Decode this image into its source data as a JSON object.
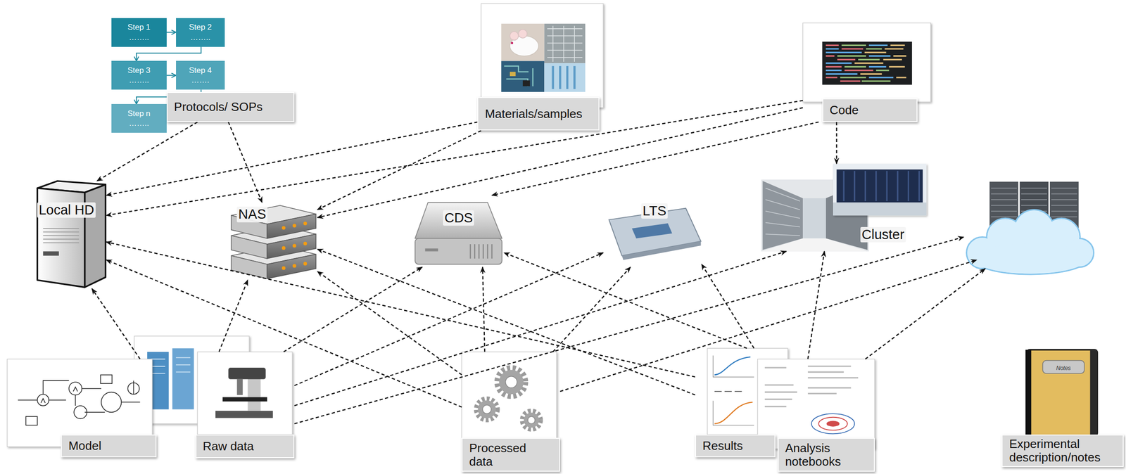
{
  "diagram": {
    "nodes": [
      {
        "text": [
          "Step 1",
          "…….."
        ]
      },
      {
        "text": [
          "Step 2",
          "…….."
        ]
      },
      {
        "text": [
          "Step 3",
          "…….."
        ]
      },
      {
        "text": [
          "Step 4",
          "……."
        ]
      },
      {
        "text": [
          "Step n",
          "…….."
        ]
      },
      {
        "text": [
          "Protocols/ SOPs"
        ]
      },
      {
        "text": [
          "Materials/samples"
        ]
      },
      {
        "text": [
          "Code"
        ]
      },
      {
        "text": [
          "Local HD"
        ]
      },
      {
        "text": [
          "NAS"
        ]
      },
      {
        "text": [
          "CDS"
        ]
      },
      {
        "text": [
          "LTS"
        ]
      },
      {
        "text": [
          "Cluster"
        ]
      },
      {
        "text": [
          "Model"
        ]
      },
      {
        "text": [
          "Raw data"
        ]
      },
      {
        "text": [
          "Processed data"
        ]
      },
      {
        "text": [
          "Results"
        ]
      },
      {
        "text": [
          "Analysis notebooks"
        ]
      },
      {
        "text": [
          "Experimental description/notes"
        ]
      }
    ],
    "edges": [
      {
        "from": 0,
        "to": 1,
        "arrow": "to"
      },
      {
        "from": 1,
        "to": 2,
        "arrow": "to"
      },
      {
        "from": 2,
        "to": 3,
        "arrow": "to"
      },
      {
        "from": 3,
        "to": 4,
        "arrow": "to"
      },
      {
        "from": 5,
        "to": 8,
        "arrow": "to"
      },
      {
        "from": 5,
        "to": 9,
        "arrow": "to"
      },
      {
        "from": 6,
        "to": 8,
        "arrow": "to"
      },
      {
        "from": 6,
        "to": 9,
        "arrow": "to"
      },
      {
        "from": 7,
        "to": 8,
        "arrow": "to"
      },
      {
        "from": 7,
        "to": 9,
        "arrow": "to"
      },
      {
        "from": 7,
        "to": 10,
        "arrow": "to"
      },
      {
        "from": 7,
        "to": 12,
        "arrow": "to"
      },
      {
        "from": 13,
        "to": 8,
        "arrow": "to"
      },
      {
        "from": 14,
        "to": 9,
        "arrow": "to"
      },
      {
        "from": 14,
        "to": 10,
        "arrow": "to"
      },
      {
        "from": 14,
        "to": 11,
        "arrow": "to"
      },
      {
        "from": 14,
        "to": 12,
        "arrow": "to"
      },
      {
        "from": 15,
        "to": 8,
        "arrow": "to"
      },
      {
        "from": 15,
        "to": 9,
        "arrow": "to"
      },
      {
        "from": 15,
        "to": 10,
        "arrow": "to"
      },
      {
        "from": 15,
        "to": 11,
        "arrow": "to"
      },
      {
        "from": 16,
        "to": 8,
        "arrow": "to"
      },
      {
        "from": 16,
        "to": 9,
        "arrow": "to"
      },
      {
        "from": 16,
        "to": 10,
        "arrow": "to"
      },
      {
        "from": 16,
        "to": 11,
        "arrow": "to"
      },
      {
        "from": 17,
        "to": 12,
        "arrow": "to"
      }
    ],
    "labels": [
      "Notes"
    ]
  }
}
